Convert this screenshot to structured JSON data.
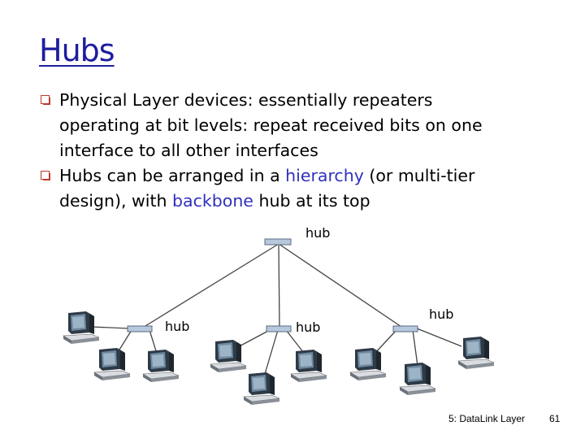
{
  "slide": {
    "title": "Hubs",
    "bullets": [
      {
        "text_plain": "Physical Layer devices: essentially repeaters operating at bit levels: repeat received bits on one interface to all other interfaces",
        "line1": "Physical Layer devices: essentially repeaters",
        "line2": "operating at bit levels: repeat received bits on one",
        "line3": "interface to all other interfaces"
      },
      {
        "text_plain": "Hubs can be arranged in a hierarchy (or multi-tier design), with backbone hub at its top",
        "pre": "Hubs can be arranged in a ",
        "em1": "hierarchy",
        "mid": " (or multi-tier",
        "line2_pre": "design), with ",
        "em2": "backbone",
        "post": " hub at its top"
      }
    ],
    "diagram": {
      "hub_labels": [
        "hub",
        "hub",
        "hub",
        "hub"
      ]
    },
    "footer": {
      "chapter": "5: DataLink Layer",
      "page": "61"
    },
    "colors": {
      "title": "#1d1d9f",
      "bullet_box": "#c0392b",
      "emphasis": "#3030c0",
      "hub_fill": "#b8c8dc",
      "line": "#444444"
    }
  }
}
